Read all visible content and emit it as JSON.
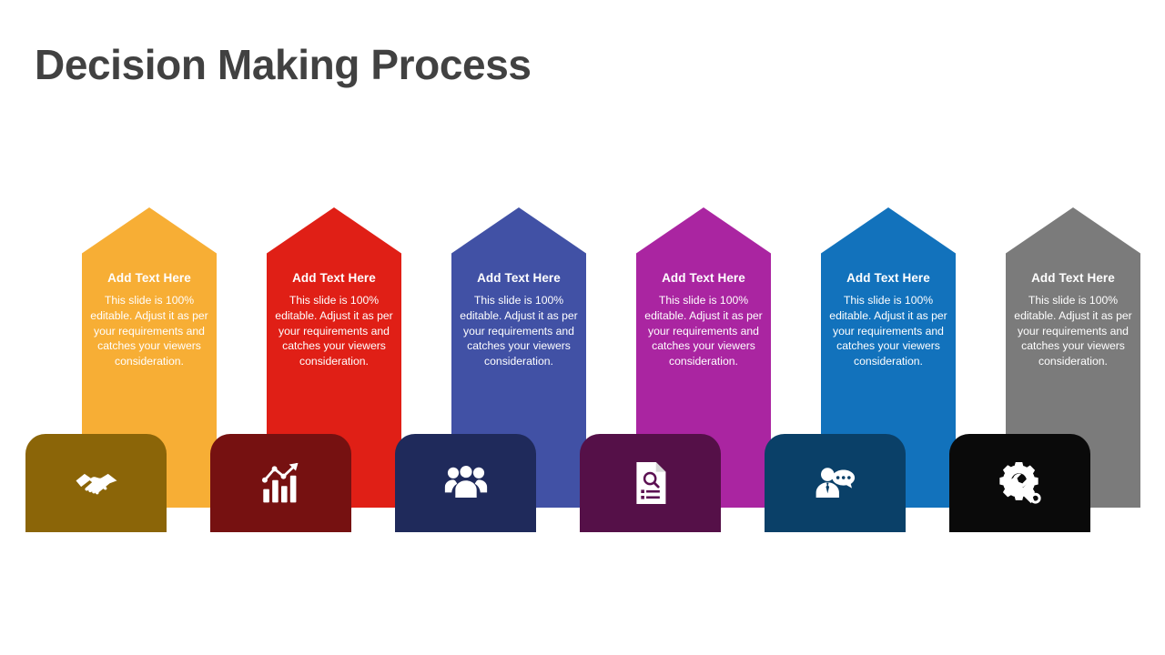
{
  "slide": {
    "title": "Decision Making Process",
    "background_color": "#FFFFFF",
    "title_color": "#414141"
  },
  "steps": [
    {
      "heading": "Add Text Here",
      "body": "This slide is 100% editable. Adjust it as per your requirements and catches your viewers consideration.",
      "arrow_color": "#F7AE35",
      "shadow_color": "#DE9412",
      "card_color": "#8B6508",
      "icon": "handshake-icon"
    },
    {
      "heading": "Add Text Here",
      "body": "This slide is 100% editable. Adjust it as per your requirements and catches your viewers consideration.",
      "arrow_color": "#E01F16",
      "shadow_color": "#C21A12",
      "card_color": "#761111",
      "icon": "bar-chart-growth-icon"
    },
    {
      "heading": "Add Text Here",
      "body": "This slide is 100% editable. Adjust it as per your requirements and catches your viewers consideration.",
      "arrow_color": "#4151A5",
      "shadow_color": "#394791",
      "card_color": "#1F2A5B",
      "icon": "people-group-icon"
    },
    {
      "heading": "Add Text Here",
      "body": "This slide is 100% editable. Adjust it as per your requirements and catches your viewers consideration.",
      "arrow_color": "#AA25A1",
      "shadow_color": "#92208B",
      "card_color": "#551048",
      "icon": "document-search-icon"
    },
    {
      "heading": "Add Text Here",
      "body": "This slide is 100% editable. Adjust it as per your requirements and catches your viewers consideration.",
      "arrow_color": "#1272BC",
      "shadow_color": "#1063A3",
      "card_color": "#0A4068",
      "icon": "person-speech-bubble-icon"
    },
    {
      "heading": "Add Text Here",
      "body": "This slide is 100% editable. Adjust it as per your requirements and catches your viewers consideration.",
      "arrow_color": "#7B7B7B",
      "shadow_color": "#6A6A6A",
      "card_color": "#0A0A0A",
      "icon": "gear-wrench-icon"
    }
  ]
}
